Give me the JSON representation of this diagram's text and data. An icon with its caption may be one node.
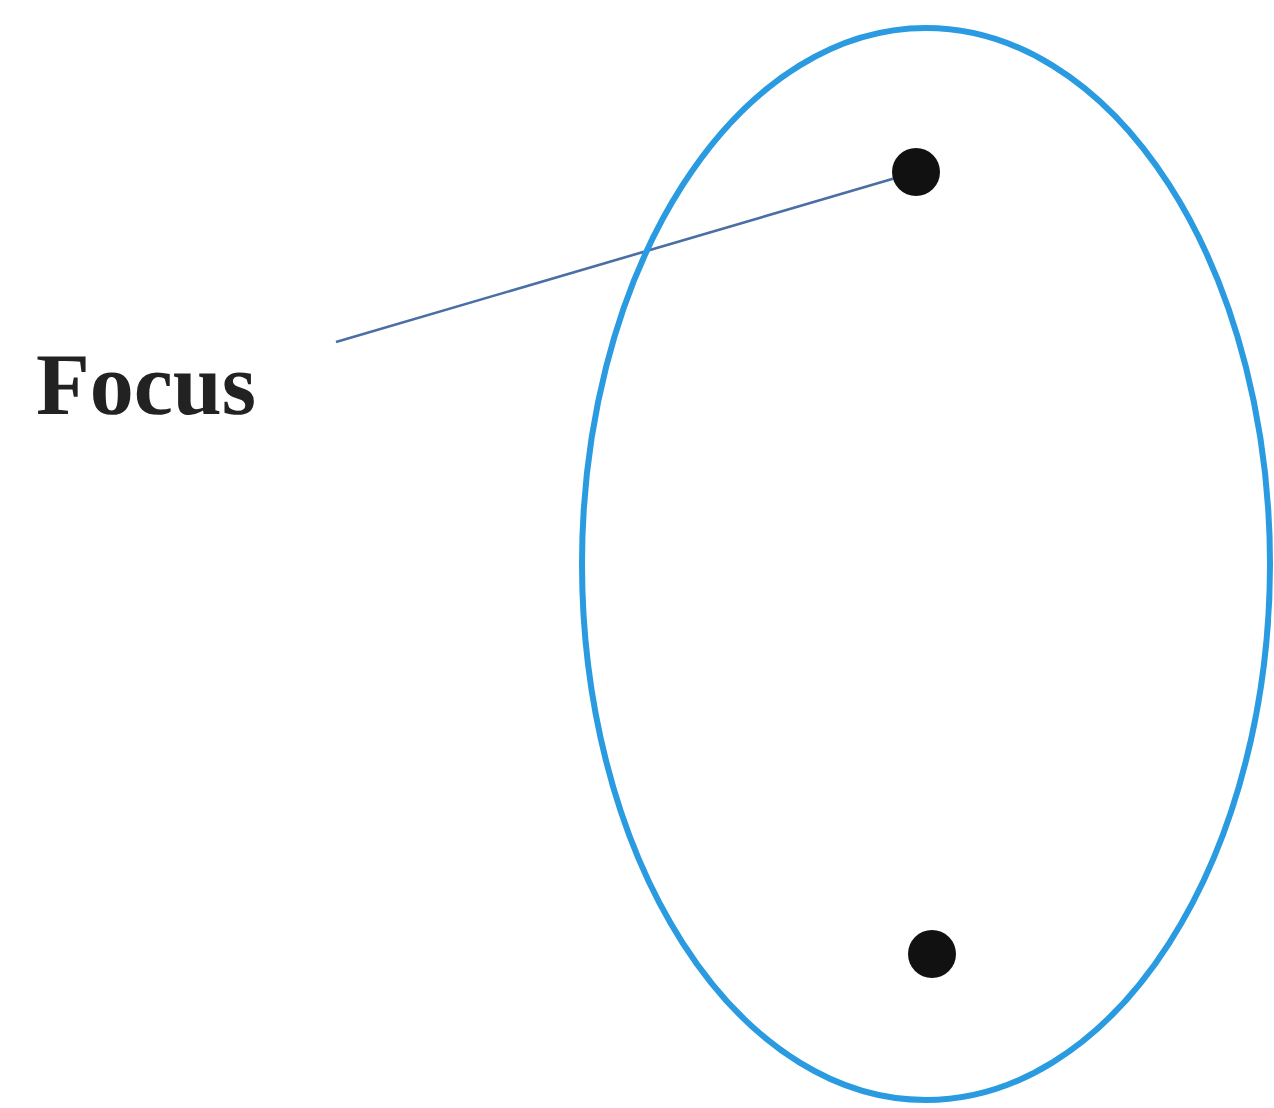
{
  "diagram": {
    "nodes": [
      {
        "text": [
          "Focus"
        ]
      },
      {
        "text": [],
        "shape": "ellipse"
      },
      {
        "text": [],
        "shape": "circle",
        "in": 1
      },
      {
        "text": [],
        "shape": "circle",
        "in": 1
      }
    ],
    "edges": [
      {
        "from": 0,
        "to": 2,
        "arrow": "none"
      }
    ]
  }
}
